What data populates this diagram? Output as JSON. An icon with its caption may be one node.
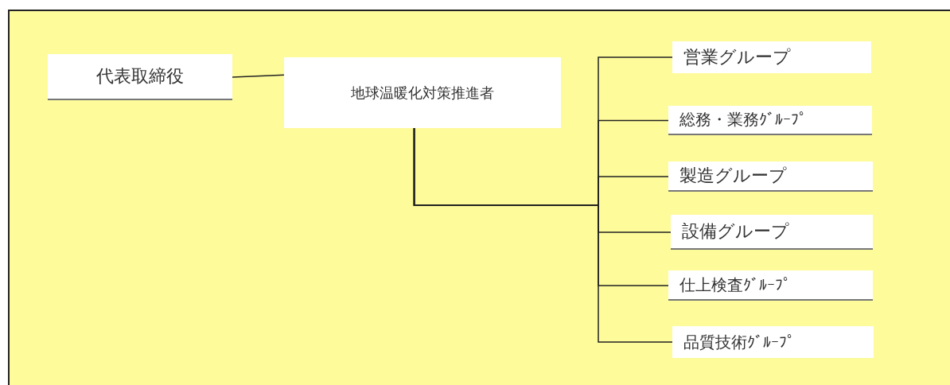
{
  "diagram": {
    "nodes": [
      {
        "text": [
          "代表取締役"
        ]
      },
      {
        "text": [
          "地球温暖化対策推進者"
        ]
      },
      {
        "text": [
          "営業グループ"
        ]
      },
      {
        "text": [
          "総務・業務ｸﾞﾙｰﾌﾟ"
        ]
      },
      {
        "text": [
          "製造グループ"
        ]
      },
      {
        "text": [
          "設備グループ"
        ]
      },
      {
        "text": [
          "仕上検査ｸﾞﾙｰﾌﾟ"
        ]
      },
      {
        "text": [
          "品質技術ｸﾞﾙｰﾌﾟ"
        ]
      }
    ],
    "edges": [
      {
        "from": 1,
        "to": 0,
        "arrow": "none"
      },
      {
        "from": 1,
        "to": 2,
        "arrow": "none"
      },
      {
        "from": 1,
        "to": 3,
        "arrow": "none"
      },
      {
        "from": 1,
        "to": 4,
        "arrow": "none"
      },
      {
        "from": 1,
        "to": 5,
        "arrow": "none"
      },
      {
        "from": 1,
        "to": 6,
        "arrow": "none"
      },
      {
        "from": 1,
        "to": 7,
        "arrow": "none"
      }
    ]
  }
}
